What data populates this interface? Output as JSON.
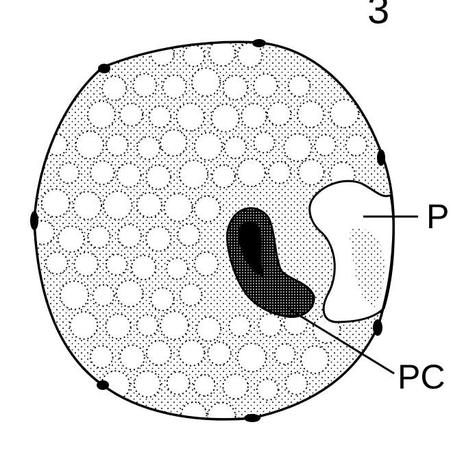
{
  "figure": {
    "number": "3",
    "labels": {
      "p": "P",
      "pc": "PC"
    }
  },
  "colors": {
    "ink": "#000000",
    "background": "#ffffff"
  }
}
